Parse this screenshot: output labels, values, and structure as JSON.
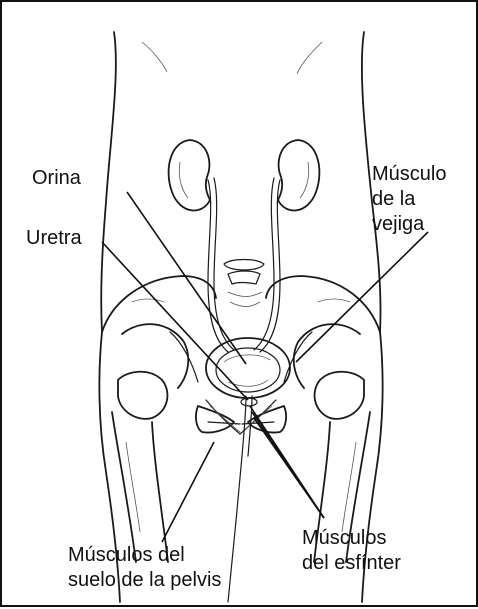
{
  "labels": {
    "orina": "Orina",
    "uretra": "Uretra",
    "musculo_vejiga": [
      "Músculo",
      "de la",
      "vejiga"
    ],
    "musculos_suelo_pelvis": [
      "Músculos del",
      "suelo de la pelvis"
    ],
    "musculos_esfinter": [
      "Músculos",
      "del esfínter"
    ]
  },
  "colors": {
    "ink": "#1a1a1a",
    "bladder_fill": "#c8c8c8",
    "background": "#ffffff"
  }
}
